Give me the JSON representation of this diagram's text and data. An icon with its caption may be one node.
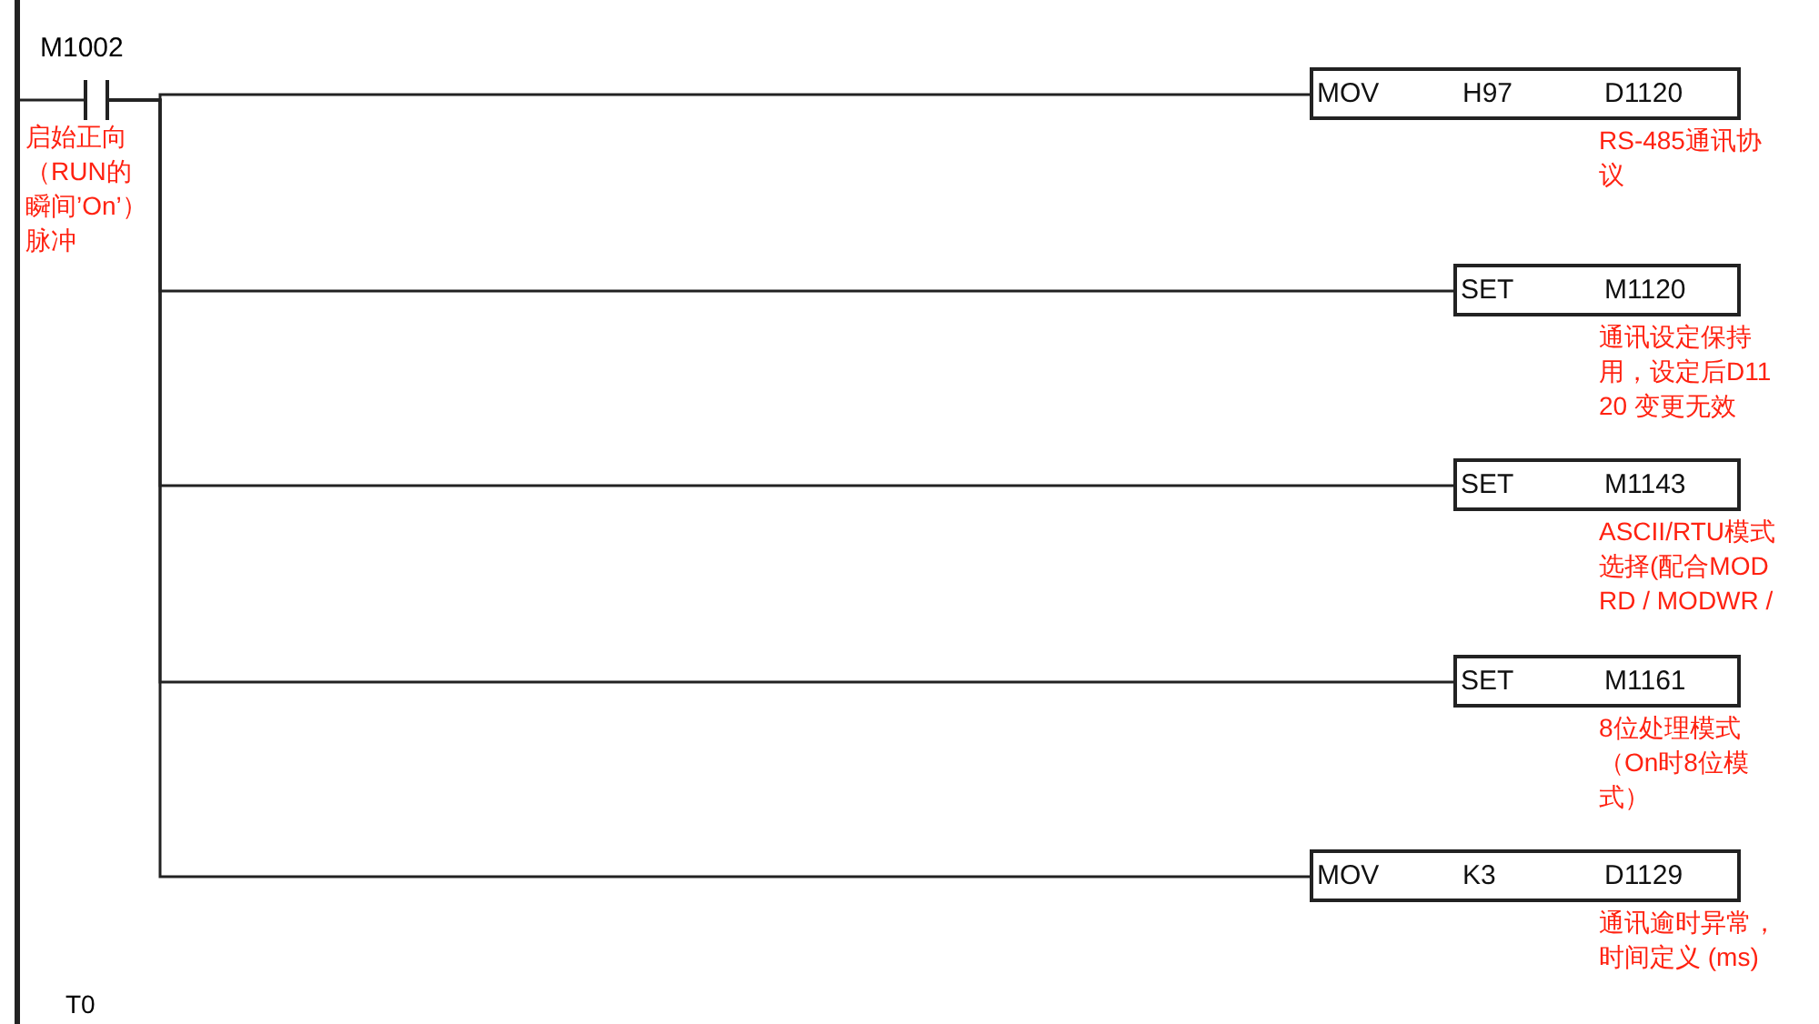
{
  "diagram": {
    "nodes": [
      {
        "text": [],
        "shape": "bar"
      },
      {
        "text": [
          "M1002"
        ],
        "beside": [
          "启始正向（RUN的瞬间’On’）脉冲"
        ]
      },
      {
        "text": [
          "MOV",
          "H97",
          "D1120"
        ],
        "beside": [
          "RS-485通讯协议"
        ]
      },
      {
        "text": [
          "SET",
          "M1120"
        ],
        "beside": [
          "通讯设定保持用，设定后D1120 变更无效"
        ]
      },
      {
        "text": [
          "SET",
          "M1143"
        ],
        "beside": [
          "ASCII/RTU模式选择(配合MODRD / MODWR /"
        ]
      },
      {
        "text": [
          "SET",
          "M1161"
        ],
        "beside": [
          "8位处理模式（On时8位模式）"
        ]
      },
      {
        "text": [
          "MOV",
          "K3",
          "D1129"
        ],
        "beside": [
          "通讯逾时异常，时间定义 (ms)"
        ]
      }
    ],
    "edges": [
      {
        "from": 0,
        "to": 1,
        "arrow": "none"
      },
      {
        "from": 1,
        "to": 2,
        "arrow": "none"
      },
      {
        "from": 1,
        "to": 3,
        "arrow": "none"
      },
      {
        "from": 1,
        "to": 4,
        "arrow": "none"
      },
      {
        "from": 1,
        "to": 5,
        "arrow": "none"
      },
      {
        "from": 1,
        "to": 6,
        "arrow": "none"
      }
    ],
    "labels": [
      "T0"
    ]
  }
}
